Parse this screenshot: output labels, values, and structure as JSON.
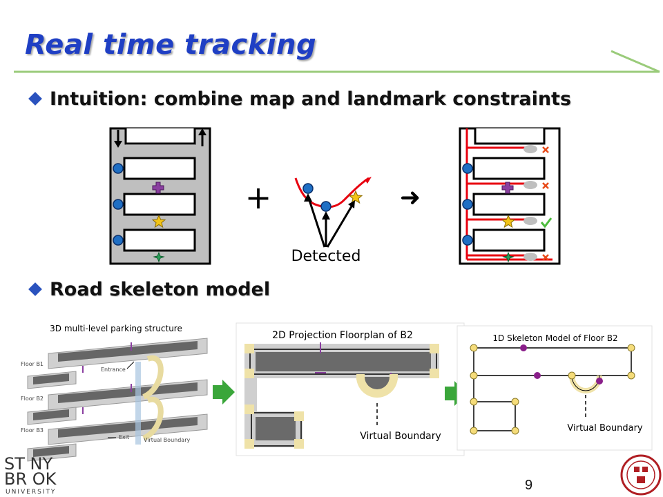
{
  "slide": {
    "title": "Real time tracking",
    "bullet1": "Intuition: combine map and landmark constraints",
    "bullet2": "Road skeleton model",
    "page_number": "9"
  },
  "top_diagram": {
    "plus": "+",
    "arrow": "➜",
    "detected_label": "Detected"
  },
  "panel_3d": {
    "title": "3D multi-level parking structure",
    "floor_b1": "Floor B1",
    "floor_b2": "Floor B2",
    "floor_b3": "Floor B3",
    "entrance": "Entrance",
    "exit": "Exit",
    "virtual_boundary": "Virtual Boundary"
  },
  "panel_2d": {
    "title": "2D Projection Floorplan of B2",
    "virtual_boundary": "Virtual Boundary"
  },
  "panel_1d": {
    "title": "1D Skeleton Model of Floor B2",
    "virtual_boundary": "Virtual Boundary"
  },
  "logos": {
    "stony_brook_line1": "ST NY",
    "stony_brook_line2": "BR OK",
    "stony_brook_line3": "UNIVERSITY"
  },
  "colors": {
    "title_blue": "#1f3fc4",
    "green_line": "#7ab648",
    "landmark_blue": "#1f6fc4",
    "path_red": "#e8000f",
    "purple": "#7a1f8a",
    "arrow_green": "#3aa63a",
    "pku_red": "#b01e23"
  }
}
